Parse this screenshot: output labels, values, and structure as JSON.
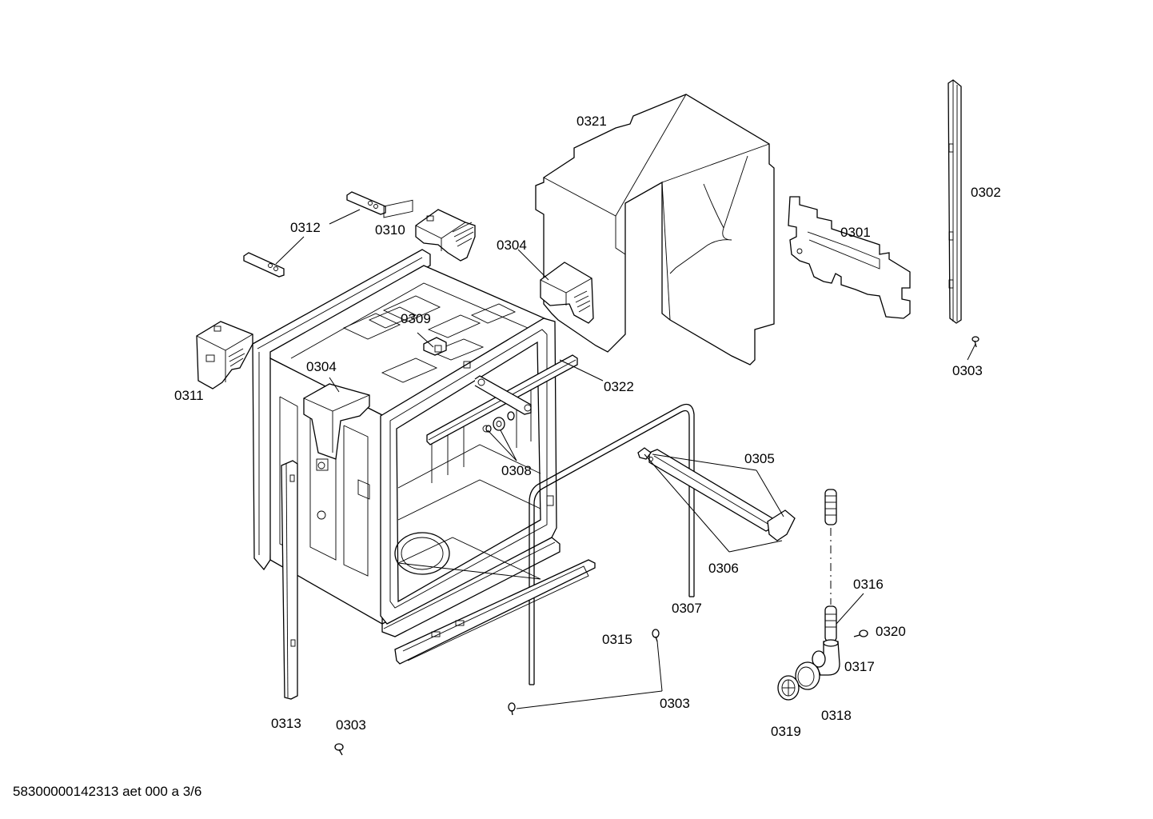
{
  "footer": {
    "code": "58300000142313 aet 000 a 3/6"
  },
  "labels": {
    "l0321": "0321",
    "l0302": "0302",
    "l0301": "0301",
    "l0304a": "0304",
    "l0304b": "0304",
    "l0312": "0312",
    "l0310": "0310",
    "l0309": "0309",
    "l0311": "0311",
    "l0322": "0322",
    "l0303a": "0303",
    "l0303b": "0303",
    "l0303c": "0303",
    "l0305": "0305",
    "l0306": "0306",
    "l0307": "0307",
    "l0308": "0308",
    "l0313": "0313",
    "l0315": "0315",
    "l0316": "0316",
    "l0317": "0317",
    "l0318": "0318",
    "l0319": "0319",
    "l0320": "0320"
  }
}
